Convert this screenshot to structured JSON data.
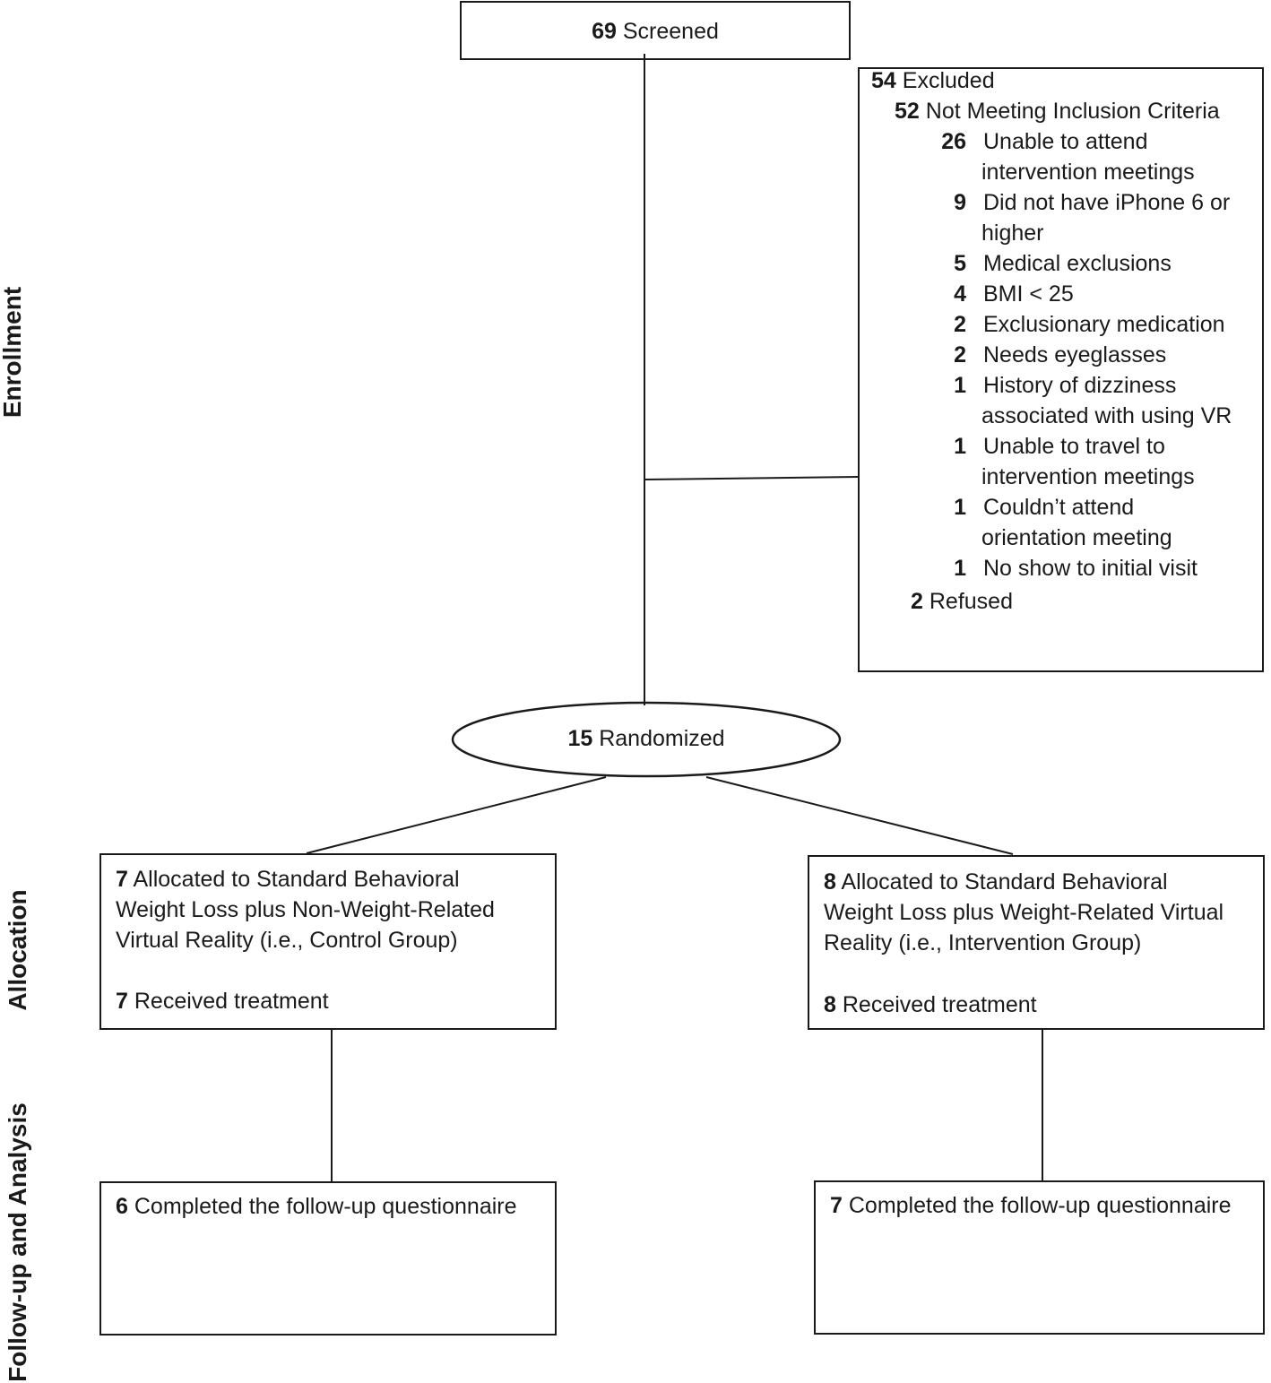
{
  "phases": {
    "enrollment": "Enrollment",
    "allocation": "Allocation",
    "followup": "Follow-up and Analysis"
  },
  "screened": {
    "count": "69",
    "label": "Screened"
  },
  "excluded": {
    "count": "54",
    "label": "Excluded",
    "not_meeting": {
      "count": "52",
      "label": "Not Meeting Inclusion Criteria"
    },
    "reasons": [
      {
        "count": "26",
        "line1": "Unable to attend",
        "line2": "intervention meetings"
      },
      {
        "count": "9",
        "line1": "Did not have iPhone 6 or",
        "line2": "higher"
      },
      {
        "count": "5",
        "line1": "Medical exclusions",
        "line2": ""
      },
      {
        "count": "4",
        "line1": "BMI < 25",
        "line2": ""
      },
      {
        "count": "2",
        "line1": "Exclusionary medication",
        "line2": ""
      },
      {
        "count": "2",
        "line1": "Needs eyeglasses",
        "line2": ""
      },
      {
        "count": "1",
        "line1": "History of dizziness",
        "line2": "associated with using VR"
      },
      {
        "count": "1",
        "line1": "Unable to travel to",
        "line2": "intervention meetings"
      },
      {
        "count": "1",
        "line1": "Couldn’t attend",
        "line2": "orientation meeting"
      },
      {
        "count": "1",
        "line1": "No show to initial visit",
        "line2": ""
      }
    ],
    "refused": {
      "count": "2",
      "label": "Refused"
    }
  },
  "randomized": {
    "count": "15",
    "label": "Randomized"
  },
  "control": {
    "count": "7",
    "line1": "Allocated to Standard Behavioral",
    "line2": "Weight Loss plus Non-Weight-Related",
    "line3": "Virtual Reality (i.e., Control Group)",
    "received_count": "7",
    "received_label": "Received treatment",
    "followup_count": "6",
    "followup_label": "Completed the follow-up questionnaire"
  },
  "intervention": {
    "count": "8",
    "line1": "Allocated to Standard Behavioral",
    "line2": "Weight Loss plus Weight-Related Virtual",
    "line3": "Reality (i.e., Intervention Group)",
    "received_count": "8",
    "received_label": "Received treatment",
    "followup_count": "7",
    "followup_label": "Completed the follow-up questionnaire"
  }
}
